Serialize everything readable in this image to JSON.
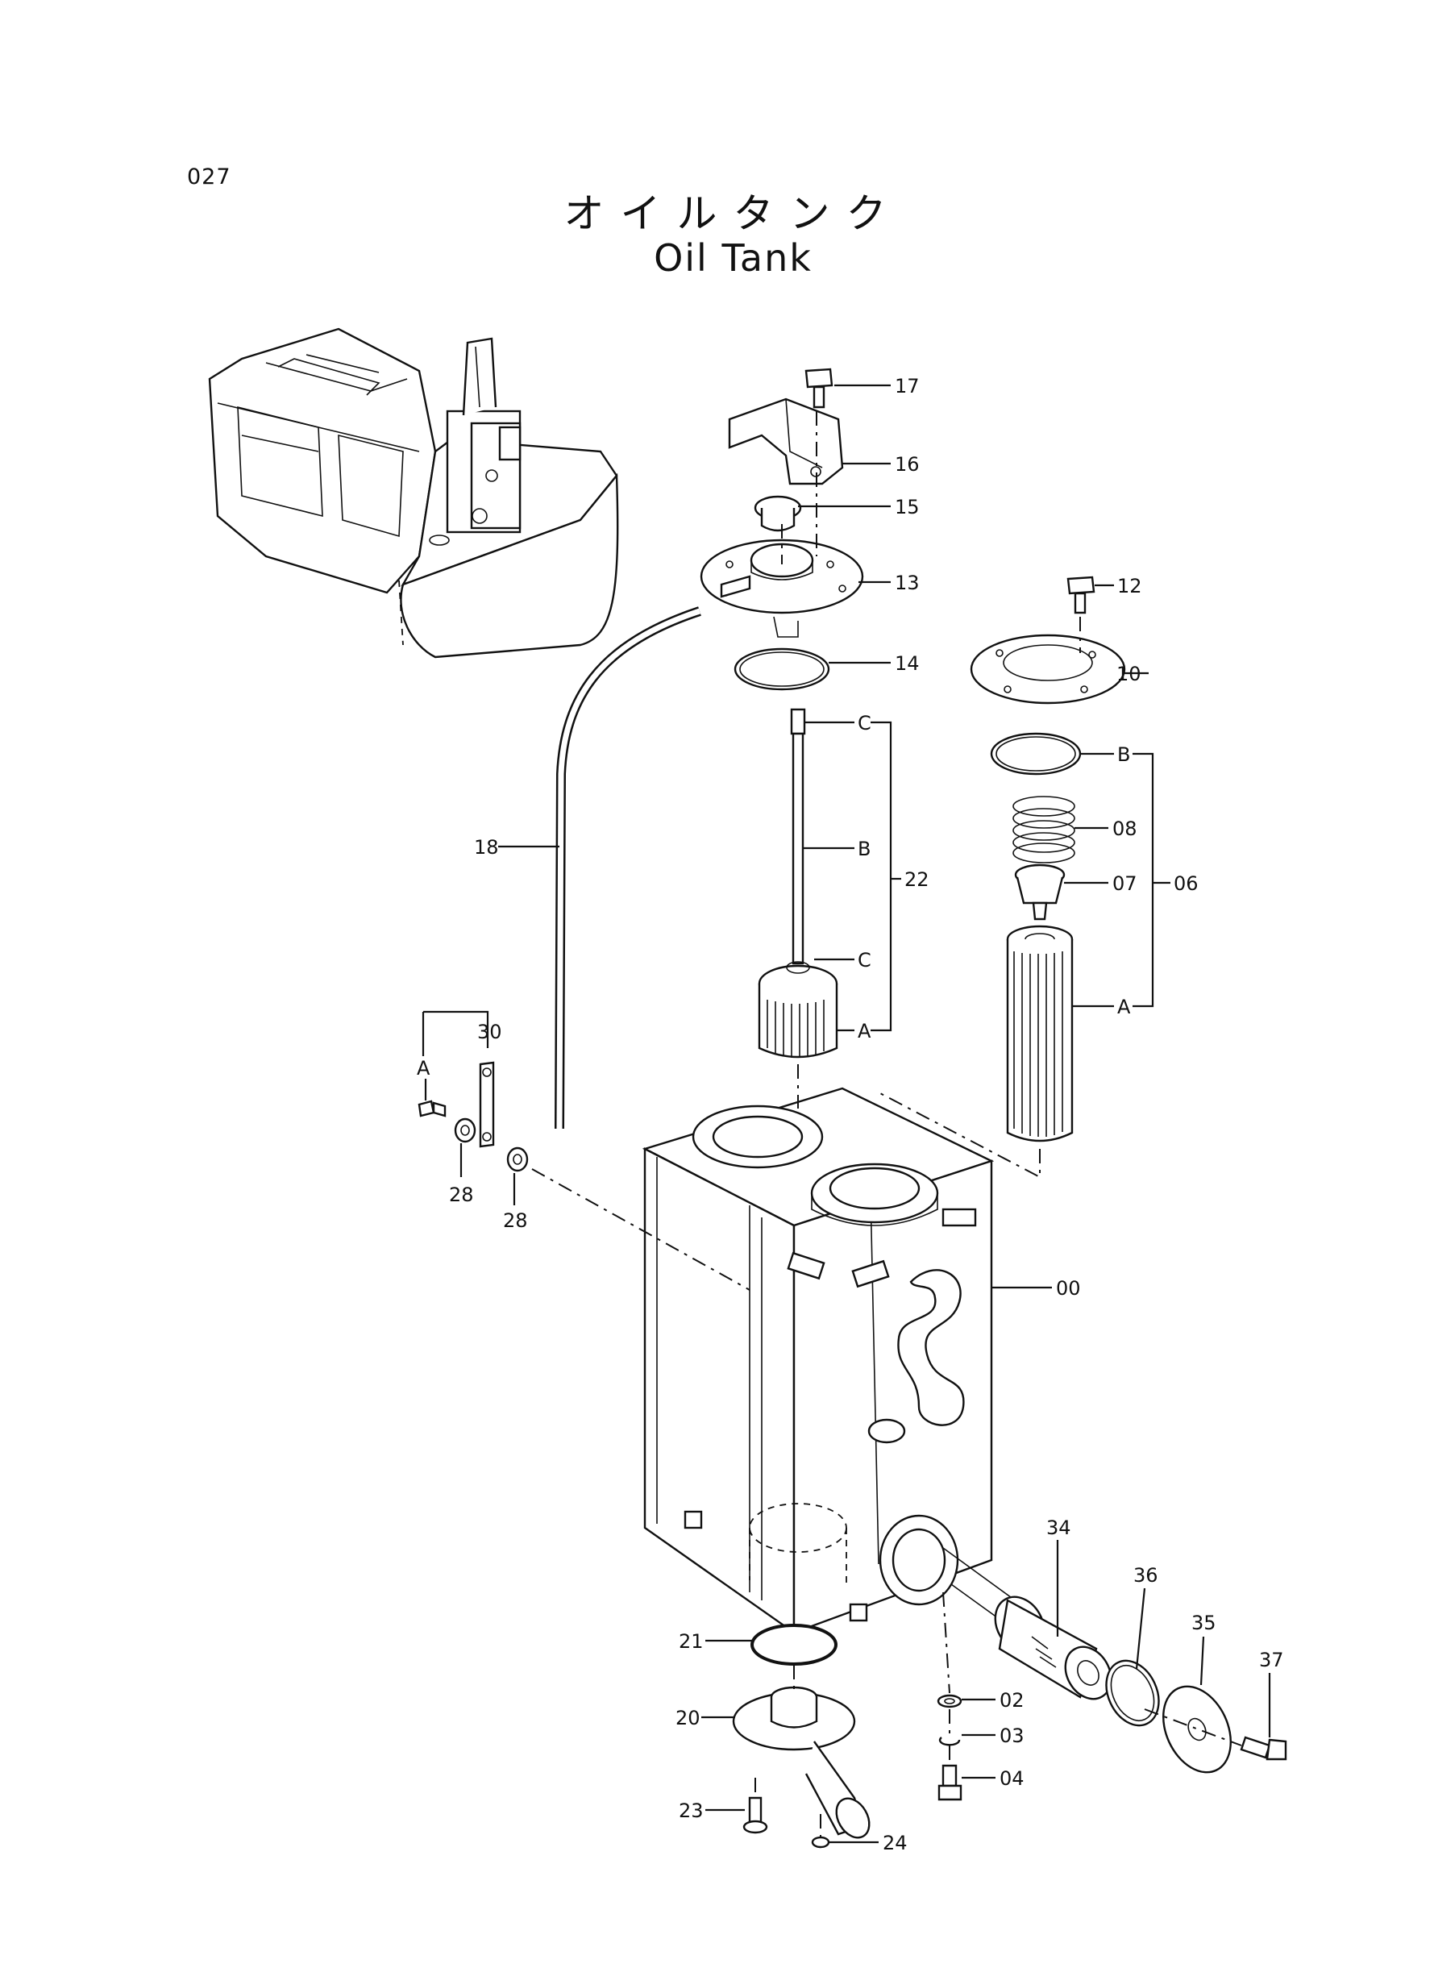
{
  "page_number": "027",
  "title_jp": "オイルタンク",
  "title_en": "Oil Tank",
  "callouts": {
    "p17": "17",
    "p16": "16",
    "p15": "15",
    "p13": "13",
    "p14": "14",
    "p12": "12",
    "p10": "10",
    "pB_right": "B",
    "p08": "08",
    "p07": "07",
    "p06": "06",
    "pA_right": "A",
    "pC_top": "C",
    "pB_left": "B",
    "p22": "22",
    "pC_mid": "C",
    "pA_left": "A",
    "p18": "18",
    "p30": "30",
    "pA_bracket": "A",
    "p28a": "28",
    "p28b": "28",
    "p00": "00",
    "p34": "34",
    "p36": "36",
    "p35": "35",
    "p37": "37",
    "p21": "21",
    "p20": "20",
    "p02": "02",
    "p03": "03",
    "p04": "04",
    "p23": "23",
    "p24": "24"
  }
}
